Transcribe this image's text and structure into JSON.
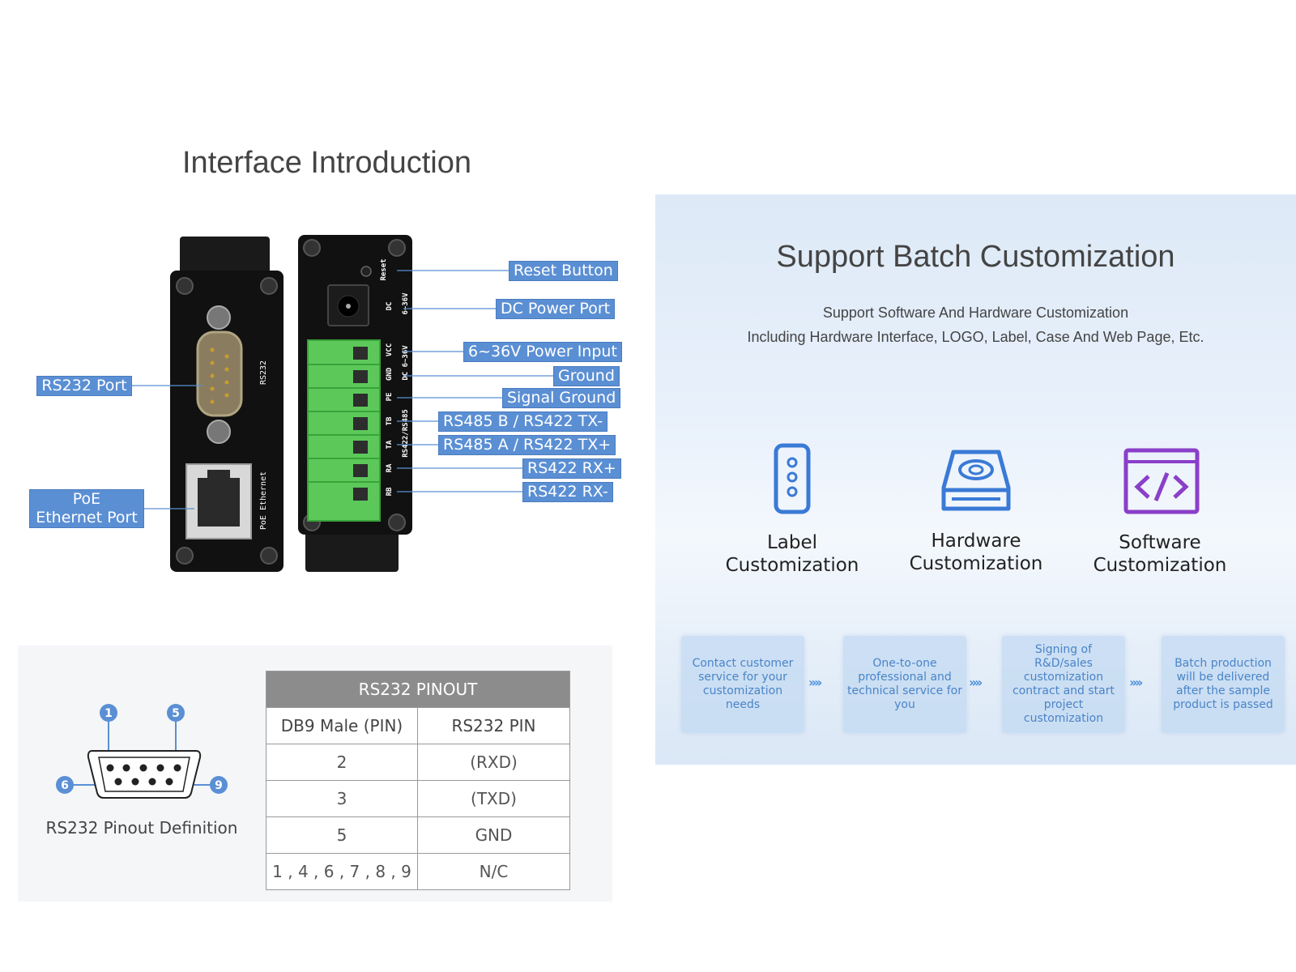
{
  "interface": {
    "title": "Interface Introduction",
    "left_callouts": [
      {
        "id": "rs232",
        "text": "RS232 Port"
      },
      {
        "id": "poe",
        "text": "PoE\nEthernet Port"
      }
    ],
    "right_callouts": [
      {
        "id": "reset",
        "text": "Reset Button"
      },
      {
        "id": "dc",
        "text": "DC Power Port"
      },
      {
        "id": "vin",
        "text": "6~36V Power Input"
      },
      {
        "id": "gnd",
        "text": "Ground"
      },
      {
        "id": "sgnd",
        "text": "Signal Ground"
      },
      {
        "id": "tb",
        "text": "RS485 B / RS422 TX-"
      },
      {
        "id": "ta",
        "text": "RS485 A / RS422 TX+"
      },
      {
        "id": "ra",
        "text": "RS422 RX+"
      },
      {
        "id": "rb",
        "text": "RS422 RX-"
      }
    ],
    "device_labels": {
      "rs232": "RS232",
      "poe_ethernet": "PoE Ethernet",
      "reset": "Reset",
      "dc": "DC",
      "dc_range": "6~36V",
      "vcc": "VCC",
      "gnd": "GND",
      "dc_range2": "DC 6~36V",
      "pe": "PE",
      "tb": "TB",
      "ta": "TA",
      "ra": "RA",
      "rb": "RB",
      "rs422_rs485": "RS422/RS485"
    }
  },
  "pinout": {
    "caption": "RS232 Pinout Definition",
    "pin_markers": [
      "1",
      "5",
      "6",
      "9"
    ],
    "table_title": "RS232 PINOUT",
    "headers": [
      "DB9 Male (PIN)",
      "RS232 PIN"
    ],
    "rows": [
      [
        "2",
        "(RXD)"
      ],
      [
        "3",
        "(TXD)"
      ],
      [
        "5",
        "GND"
      ],
      [
        "1 , 4 , 6 , 7 , 8 , 9",
        "N/C"
      ]
    ]
  },
  "batch": {
    "title": "Support Batch Customization",
    "subtitle1": "Support Software And Hardware Customization",
    "subtitle2": "Including Hardware Interface, LOGO, Label, Case And Web Page, Etc.",
    "features": [
      {
        "icon": "label-icon",
        "line1": "Label",
        "line2": "Customization"
      },
      {
        "icon": "hardware-icon",
        "line1": "Hardware",
        "line2": "Customization"
      },
      {
        "icon": "software-code-icon",
        "line1": "Software",
        "line2": "Customization"
      }
    ],
    "steps": [
      "Contact customer service for your customization needs",
      "One-to-one professional and technical service for you",
      "Signing of R&D/sales customization contract and start project customization",
      "Batch production will be delivered after the sample product is passed"
    ],
    "arrow_glyph": "››››"
  },
  "colors": {
    "callout": "#5b8fd4",
    "terminal_green": "#5cc85a",
    "step_text": "#4a84c8",
    "icon_blue": "#3a7ad6",
    "icon_purple": "#8a3fc9"
  }
}
